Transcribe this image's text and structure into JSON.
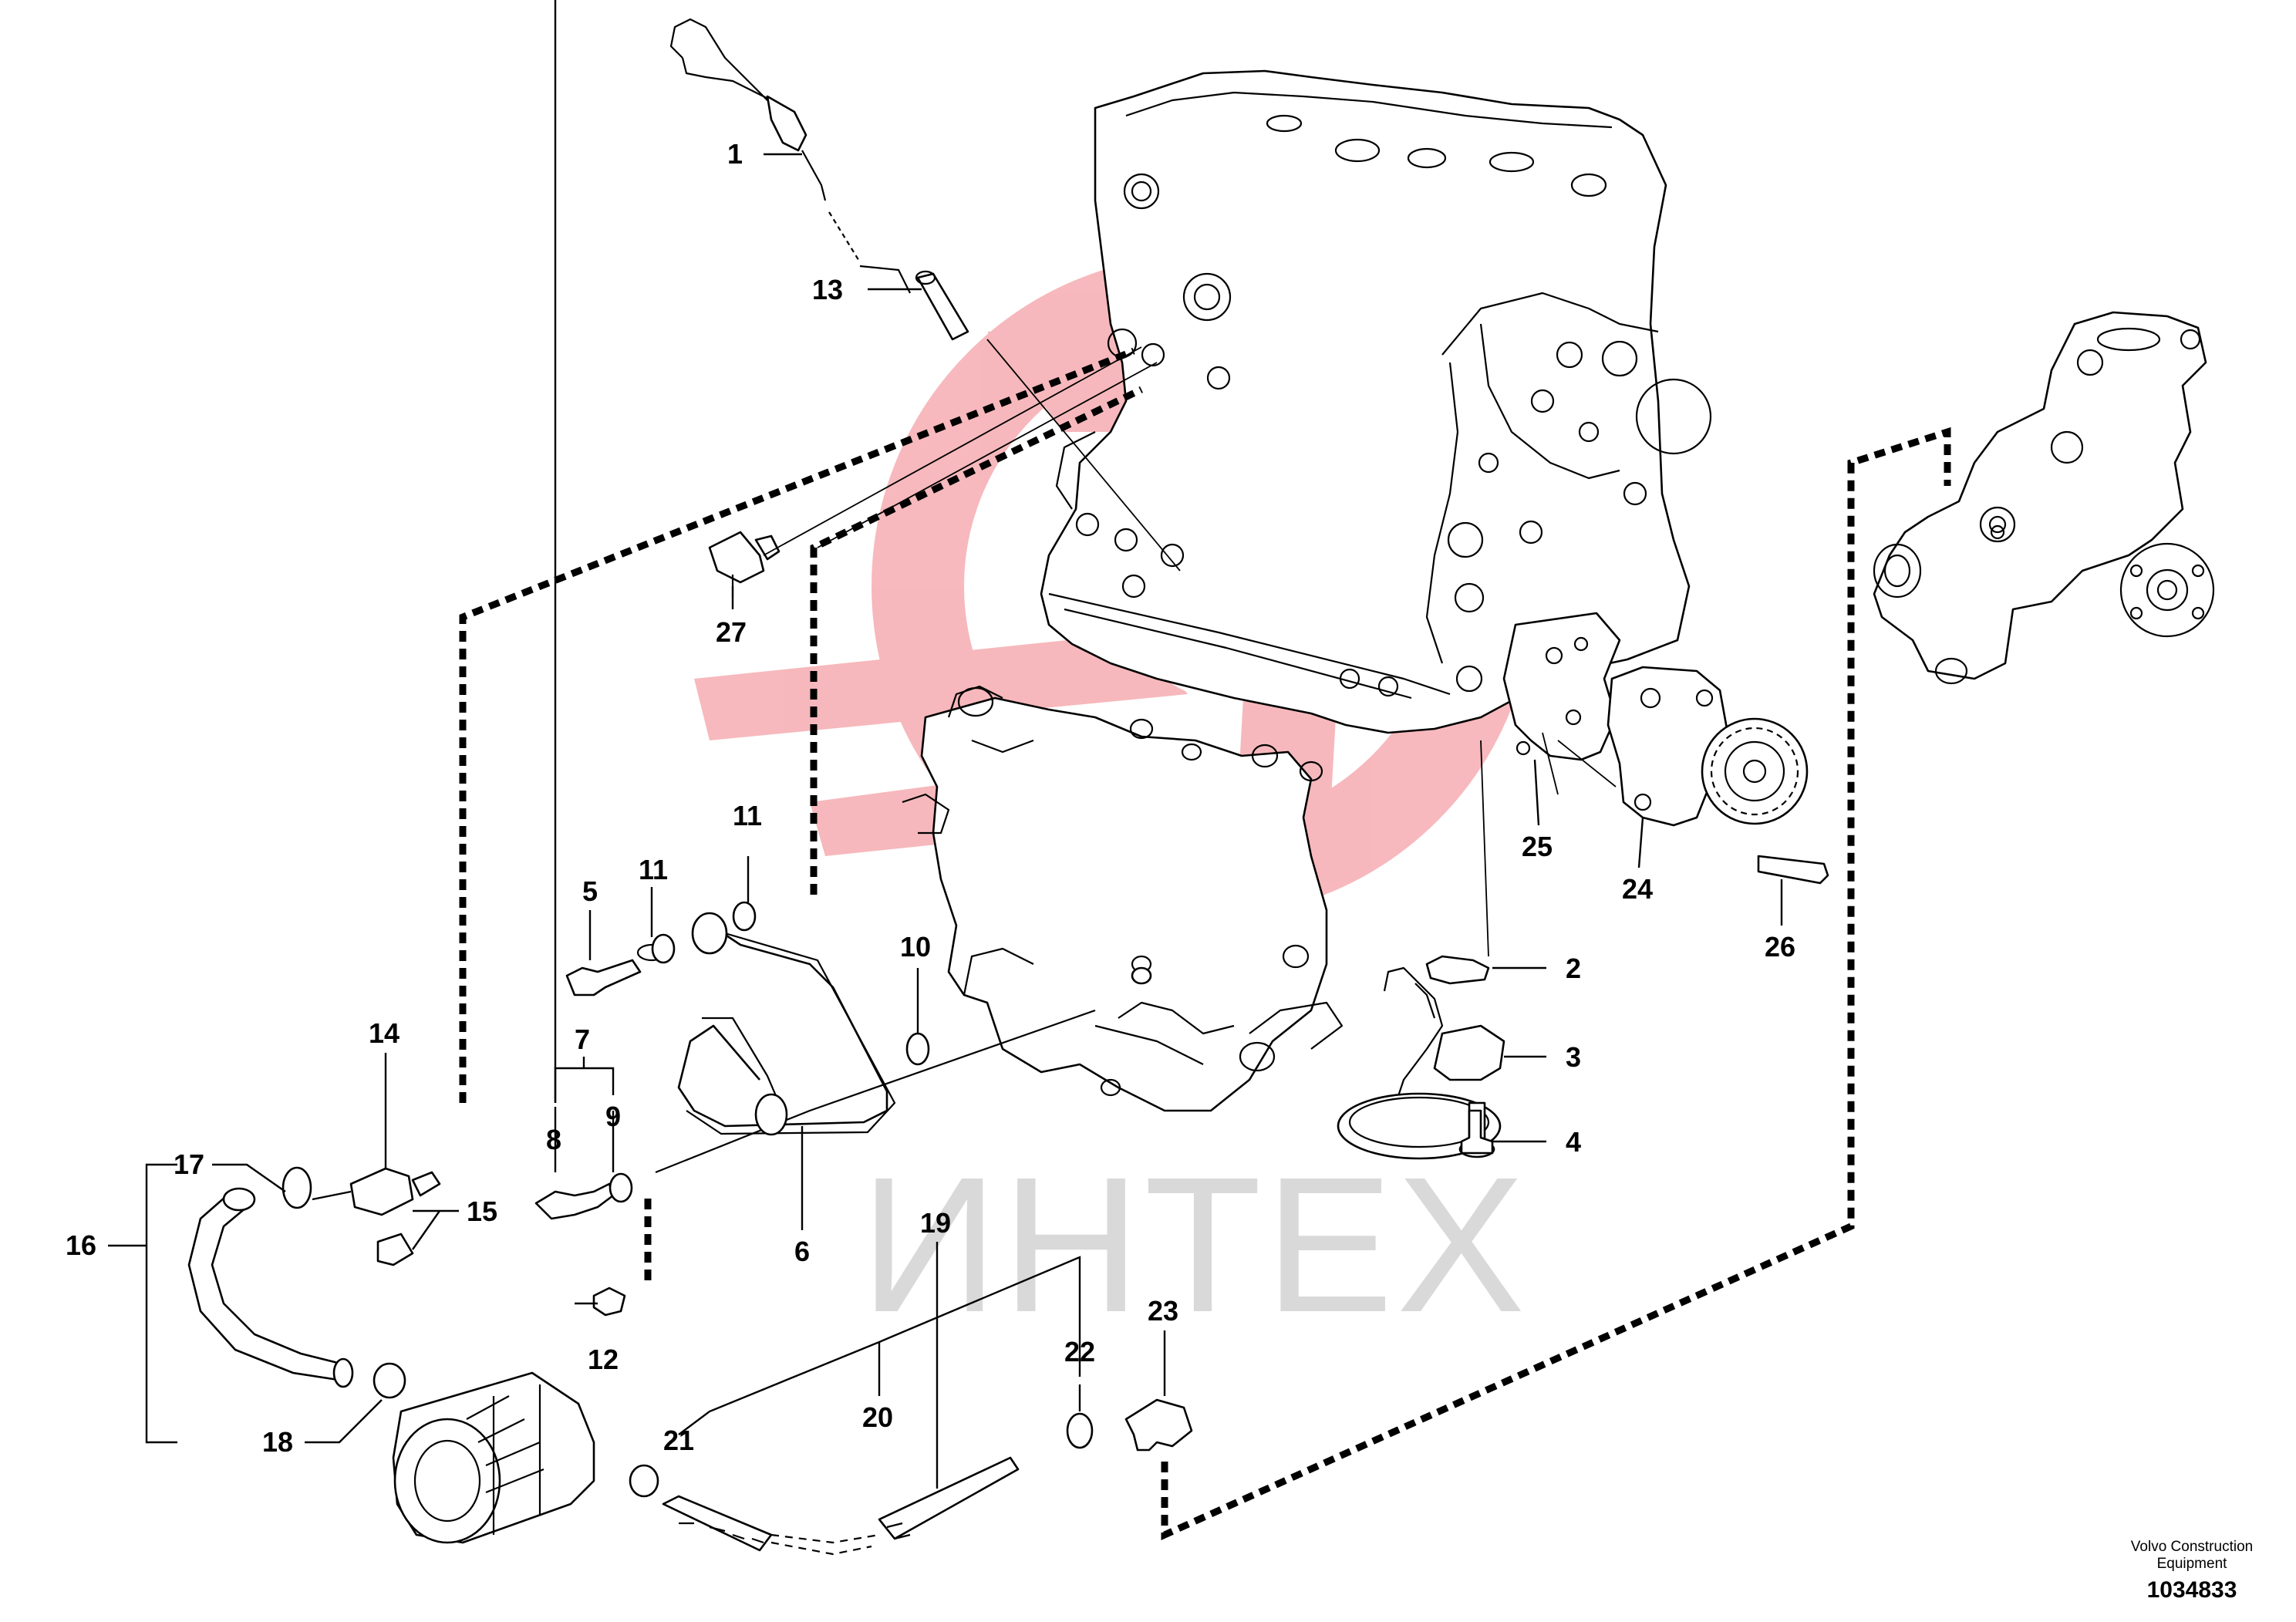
{
  "watermark": {
    "text": "ИНТЕХ",
    "logo_color": "#f6b3b7",
    "text_color": "#d9d9d9"
  },
  "callouts": [
    "1",
    "13",
    "27",
    "11",
    "11",
    "5",
    "10",
    "2",
    "3",
    "4",
    "7",
    "8",
    "9",
    "6",
    "14",
    "15",
    "16",
    "17",
    "18",
    "12",
    "19",
    "20",
    "21",
    "22",
    "23",
    "24",
    "25",
    "26"
  ],
  "footer": {
    "brand": "Volvo Construction\nEquipment",
    "number": "1034833"
  }
}
